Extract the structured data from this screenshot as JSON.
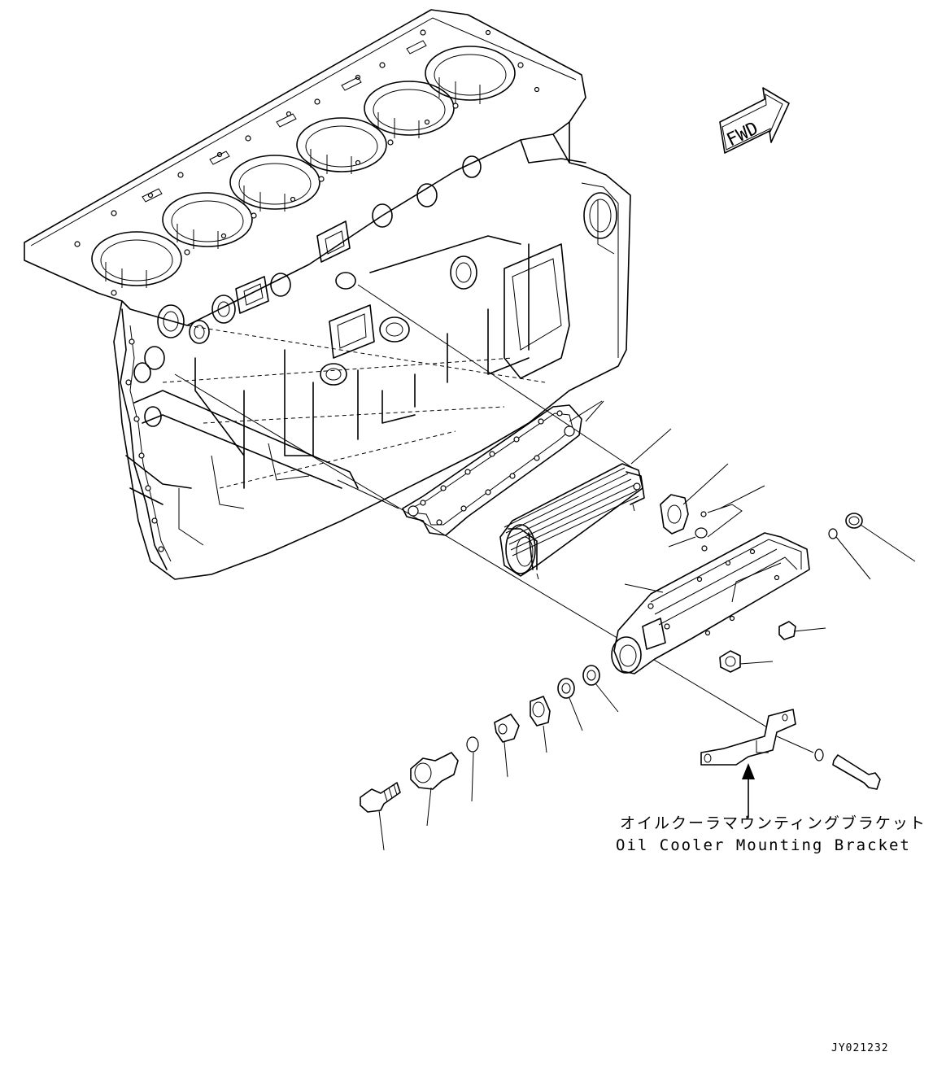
{
  "diagram": {
    "direction_marker": {
      "text": "FWD",
      "icon": "forward-arrow-icon"
    },
    "annotation": {
      "japanese": "オイルクーラマウンティングブラケット",
      "english": "Oil Cooler Mounting Bracket"
    },
    "drawing_code": "JY021232"
  }
}
